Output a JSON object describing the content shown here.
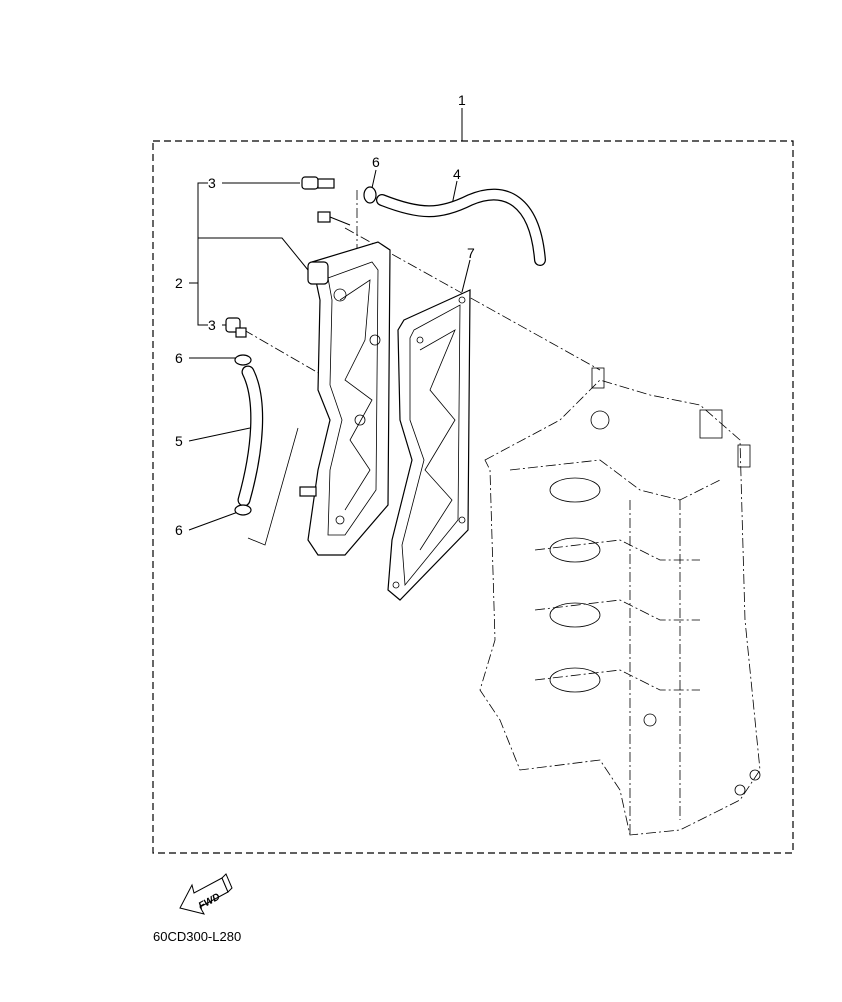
{
  "diagram": {
    "callouts": [
      {
        "id": "c1",
        "text": "1"
      },
      {
        "id": "c2",
        "text": "2"
      },
      {
        "id": "c3a",
        "text": "3"
      },
      {
        "id": "c3b",
        "text": "3"
      },
      {
        "id": "c4",
        "text": "4"
      },
      {
        "id": "c5",
        "text": "5"
      },
      {
        "id": "c6a",
        "text": "6"
      },
      {
        "id": "c6b",
        "text": "6"
      },
      {
        "id": "c6c",
        "text": "6"
      },
      {
        "id": "c7",
        "text": "7"
      }
    ],
    "fwd_label": "FWD",
    "drawing_code": "60CD300-L280"
  }
}
